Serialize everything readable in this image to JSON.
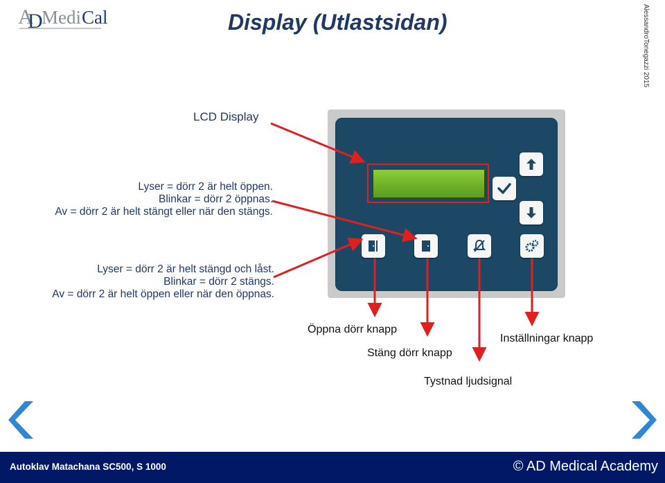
{
  "header": {
    "logo_text": "ADMediCal",
    "title": "Display (Utlastsidan)",
    "credit": "AlessandroTonegazzi 2015"
  },
  "callouts": {
    "lcd_label": "LCD  Display",
    "door_open_lines": [
      "Lyser = dörr 2 är helt öppen.",
      "Blinkar = dörr 2 öppnas.",
      "Av = dörr 2 är helt stängt eller när den stängs."
    ],
    "door_closed_lines": [
      "Lyser = dörr 2 är helt stängd och låst.",
      "Blinkar = dörr 2 stängs.",
      "Av = dörr 2 är helt öppen eller när den öppnas."
    ]
  },
  "buttons": {
    "open_door": "Öppna dörr knapp",
    "close_door": "Stäng dörr knapp",
    "silence": "Tystnad ljudsignal",
    "settings": "Inställningar knapp"
  },
  "icons": [
    "arrow-up-icon",
    "check-icon",
    "arrow-down-icon",
    "door-open-icon",
    "door-closed-icon",
    "bell-muted-icon",
    "gears-icon",
    "chevron-left-icon",
    "chevron-right-icon"
  ],
  "colors": {
    "title": "#1f3864",
    "panel": "#1c4866",
    "lcd": "#7cc234",
    "arrow": "#e02020",
    "footer": "#001866",
    "nav": "#2e86d4"
  },
  "footer": {
    "left": "Autoklav Matachana SC500, S 1000",
    "right": "© AD Medical Academy"
  }
}
